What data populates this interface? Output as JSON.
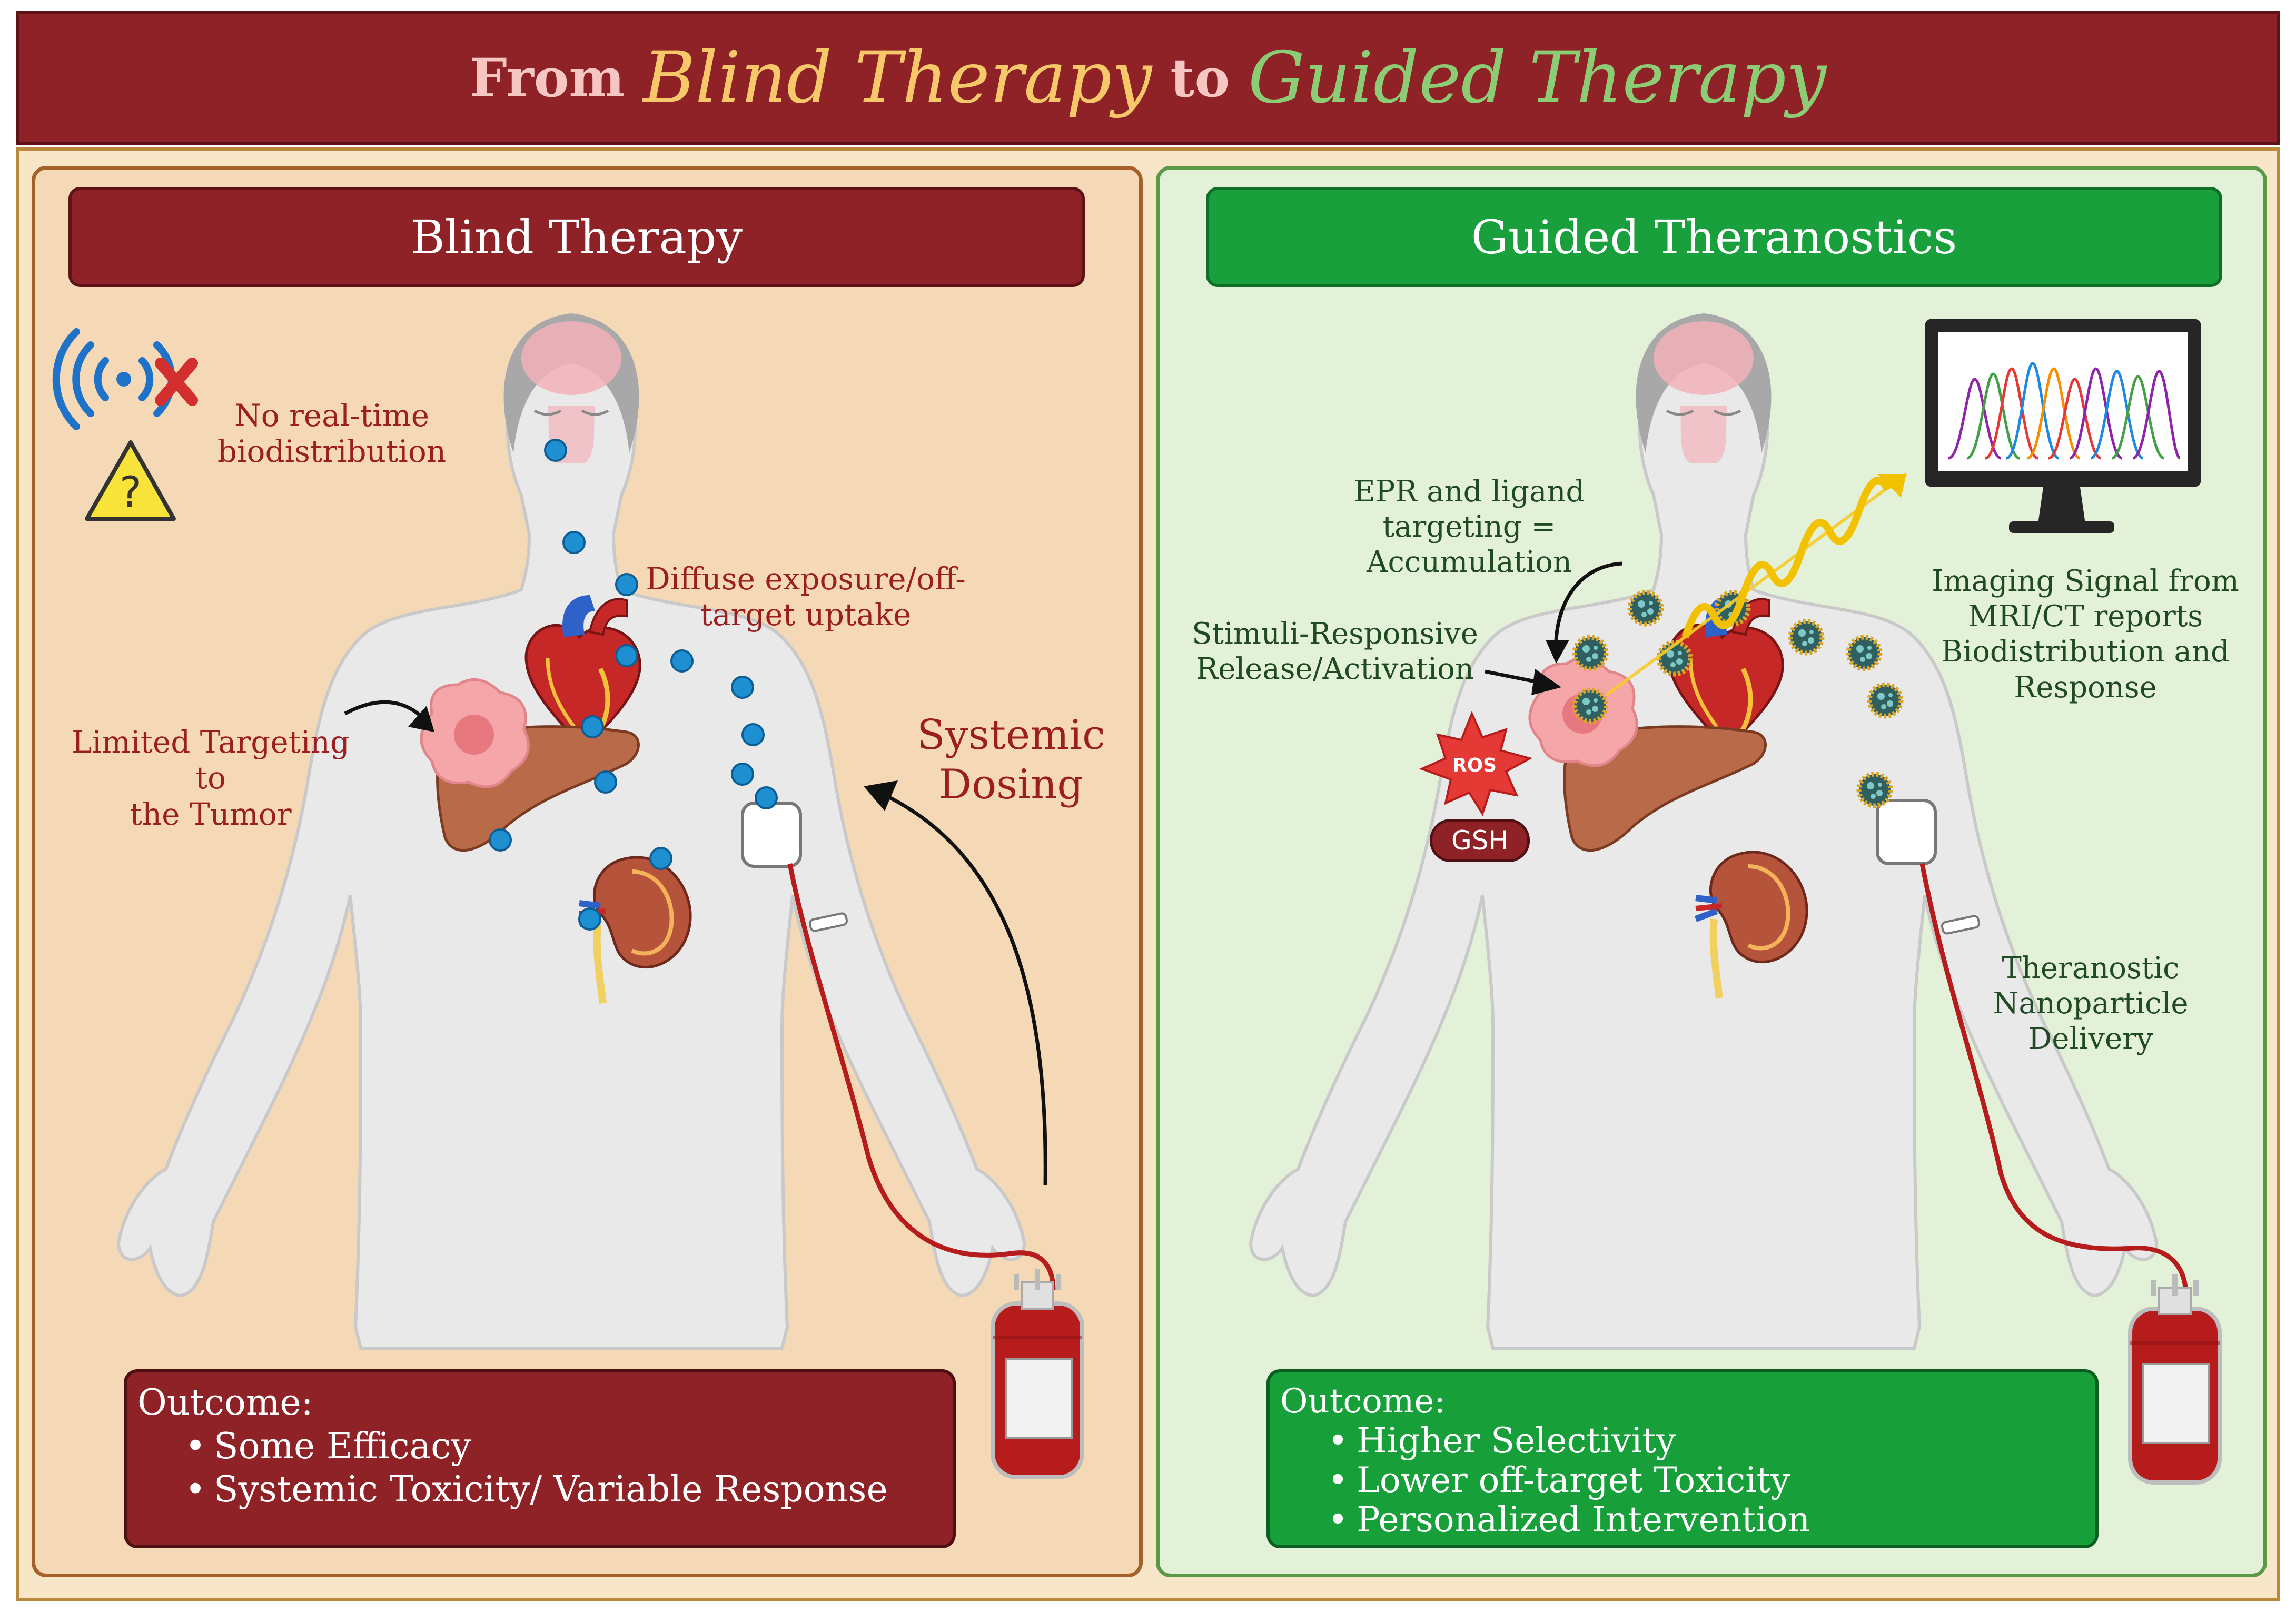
{
  "title": {
    "from": "From ",
    "blind": "Blind Therapy",
    "to": " to ",
    "guided": "Guided Therapy"
  },
  "left": {
    "header": "Blind Therapy",
    "labels": {
      "no_realtime": "No real-time\nbiodistribution",
      "diffuse": "Diffuse exposure/off-\ntarget uptake",
      "limited": "Limited Targeting to\nthe Tumor",
      "systemic": "Systemic\nDosing"
    },
    "outcome": {
      "title": "Outcome:",
      "items": [
        "Some Efficacy",
        "Systemic Toxicity/ Variable Response"
      ]
    }
  },
  "right": {
    "header": "Guided Theranostics",
    "labels": {
      "epr": "EPR and ligand\ntargeting =\nAccumulation",
      "stimuli": "Stimuli-Responsive\nRelease/Activation",
      "imaging": "Imaging Signal from\nMRI/CT reports\nBiodistribution and\nResponse",
      "delivery": "Theranostic\nNanoparticle\nDelivery",
      "ros": "ROS",
      "gsh": "GSH"
    },
    "outcome": {
      "title": "Outcome:",
      "items": [
        "Higher Selectivity",
        "Lower off-target Toxicity",
        "Personalized Intervention"
      ]
    }
  },
  "colors": {
    "dark_red": "#8e2226",
    "green": "#19a03c",
    "left_panel_bg": "#f5d9b6",
    "right_panel_bg": "#e4f1d9",
    "dot_blue": "#1e8fd0",
    "yellow": "#f7c86a",
    "light_green": "#8ccc74"
  },
  "icons": [
    "wifi-signal-icon",
    "x-mark-icon",
    "warning-icon",
    "check-icon",
    "radiation-icon",
    "monitor-icon",
    "heart-icon",
    "liver-icon",
    "kidney-icon",
    "blood-bag-icon",
    "nanoparticle-icon"
  ]
}
